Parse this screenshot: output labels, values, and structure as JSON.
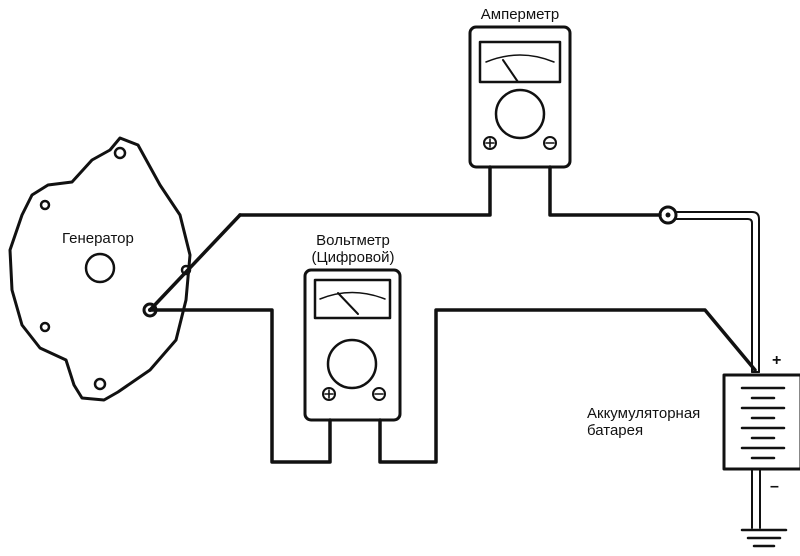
{
  "labels": {
    "ammeter": "Амперметр",
    "voltmeter_line1": "Вольтметр",
    "voltmeter_line2": "(Цифровой)",
    "generator": "Генератор",
    "battery_line1": "Аккумуляторная",
    "battery_line2": "батарея",
    "battery_plus": "+",
    "battery_minus": "–"
  },
  "colors": {
    "line": "#111111",
    "background": "#ffffff"
  }
}
